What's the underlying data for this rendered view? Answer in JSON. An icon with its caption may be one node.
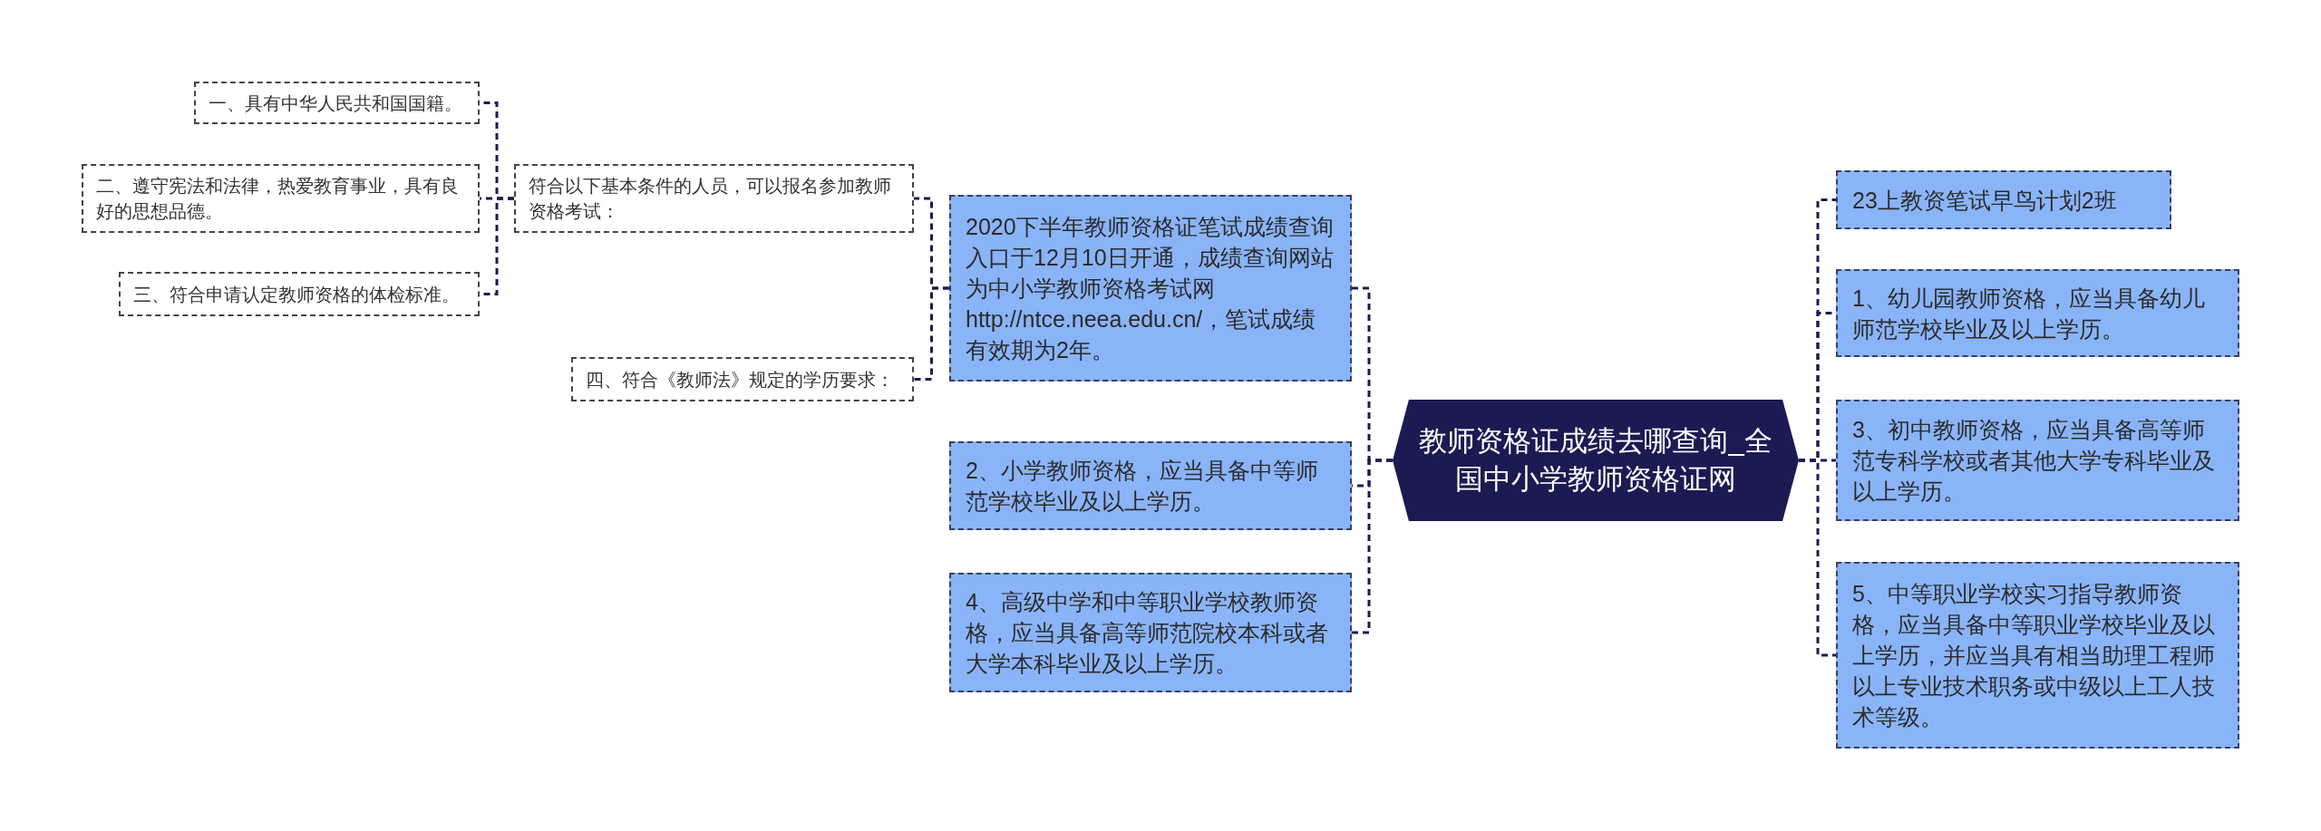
{
  "diagram": {
    "nodes": [
      {
        "text": [
          "教师资格证成绩去哪查询_全国中小学教师资格证网"
        ]
      },
      {
        "text": [
          "2020下半年教师资格证笔试成绩查询入口于12月10日开通，成绩查询网站为中小学教师资格考试网http://ntce.neea.edu.cn/，笔试成绩有效期为2年。"
        ]
      },
      {
        "text": [
          "2、小学教师资格，应当具备中等师范学校毕业及以上学历。"
        ]
      },
      {
        "text": [
          "4、高级中学和中等职业学校教师资格，应当具备高等师范院校本科或者大学本科毕业及以上学历。"
        ]
      },
      {
        "text": [
          "符合以下基本条件的人员，可以报名参加教师资格考试："
        ]
      },
      {
        "text": [
          "四、符合《教师法》规定的学历要求："
        ]
      },
      {
        "text": [
          "一、具有中华人民共和国国籍。"
        ]
      },
      {
        "text": [
          "二、遵守宪法和法律，热爱教育事业，具有良好的思想品德。"
        ]
      },
      {
        "text": [
          "三、符合申请认定教师资格的体检标准。"
        ]
      },
      {
        "text": [
          "23上教资笔试早鸟计划2班"
        ]
      },
      {
        "text": [
          "1、幼儿园教师资格，应当具备幼儿师范学校毕业及以上学历。"
        ]
      },
      {
        "text": [
          "3、初中教师资格，应当具备高等师范专科学校或者其他大学专科毕业及以上学历。"
        ]
      },
      {
        "text": [
          "5、中等职业学校实习指导教师资格，应当具备中等职业学校毕业及以上学历，并应当具有相当助理工程师以上专业技术职务或中级以上工人技术等级。"
        ]
      }
    ],
    "edges": [
      {
        "from": 0,
        "to": 1,
        "arrow": "none"
      },
      {
        "from": 0,
        "to": 2,
        "arrow": "none"
      },
      {
        "from": 0,
        "to": 3,
        "arrow": "none"
      },
      {
        "from": 1,
        "to": 4,
        "arrow": "none"
      },
      {
        "from": 1,
        "to": 5,
        "arrow": "none"
      },
      {
        "from": 4,
        "to": 6,
        "arrow": "none"
      },
      {
        "from": 4,
        "to": 7,
        "arrow": "none"
      },
      {
        "from": 4,
        "to": 8,
        "arrow": "none"
      },
      {
        "from": 0,
        "to": 9,
        "arrow": "none"
      },
      {
        "from": 0,
        "to": 10,
        "arrow": "none"
      },
      {
        "from": 0,
        "to": 11,
        "arrow": "none"
      },
      {
        "from": 0,
        "to": 12,
        "arrow": "none"
      }
    ]
  }
}
